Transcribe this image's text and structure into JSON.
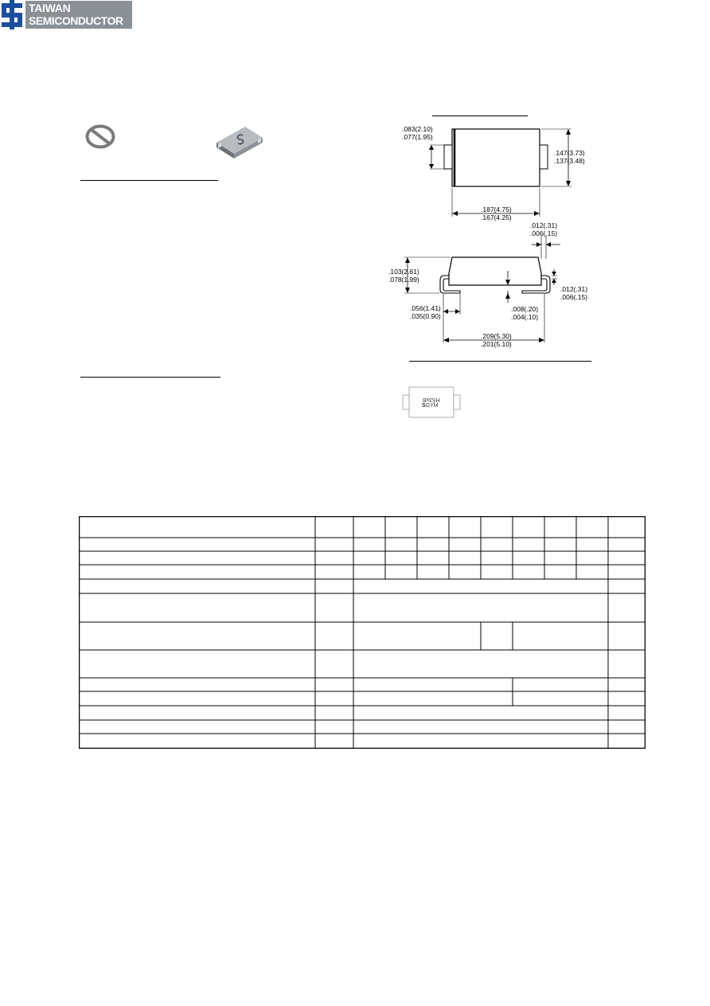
{
  "logo": {
    "line1": "TAIWAN",
    "line2": "SEMICONDUCTOR",
    "mark_color": "#1b4f9c",
    "box_color": "#8a9096"
  },
  "icons": {
    "rohs": "prohibited-circle-icon",
    "package": "smd-package-icon"
  },
  "dimensions": {
    "top_left_upper": ".083(2.10)",
    "top_left_lower": ".077(1.95)",
    "top_right_upper": ".147(3.73)",
    "top_right_lower": ".137(3.48)",
    "top_width_upper": ".187(4.75)",
    "top_width_lower": ".167(4.25)",
    "lead_thick_upper": ".012(.31)",
    "lead_thick_lower": ".006(.15)",
    "height_upper": ".103(2.61)",
    "height_lower": ".078(1.99)",
    "right_lead_upper": ".012(.31)",
    "right_lead_lower": ".006(.15)",
    "foot_upper": ".056(1.41)",
    "foot_lower": ".035(0.90)",
    "standoff_upper": ".008(.20)",
    "standoff_lower": ".004(.10)",
    "total_upper": ".209(5.30)",
    "total_lower": ".201(5.10)"
  },
  "marking": {
    "line1": "HS3xB",
    "line2": "GYM"
  },
  "table": {
    "border_color": "#000000"
  }
}
